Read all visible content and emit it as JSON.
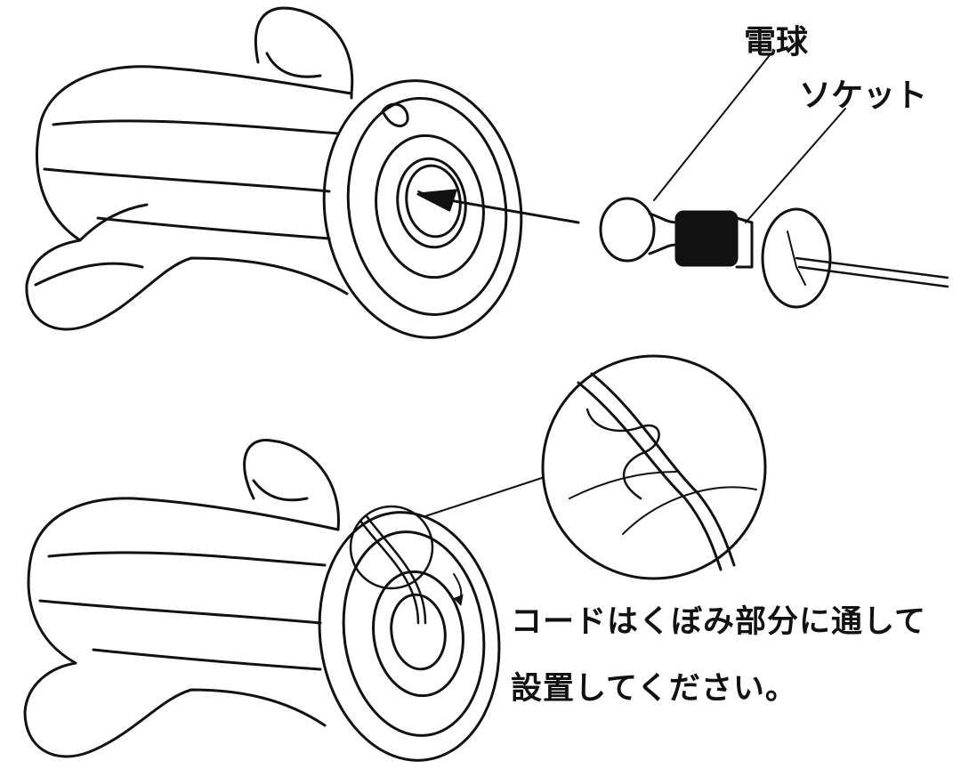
{
  "labels": {
    "bulb": "電球",
    "socket": "ソケット"
  },
  "instruction": {
    "line1": "コードはくぼみ部分に通して",
    "line2": "設置してください。"
  },
  "colors": {
    "ink": "#111111",
    "background": "#ffffff"
  }
}
